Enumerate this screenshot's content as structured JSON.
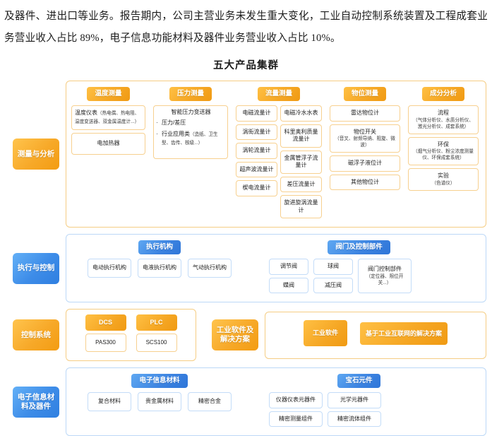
{
  "document": {
    "paragraph": "及器件、进出口等业务。报告期内，公司主营业务未发生重大变化，工业自动控制系统装置及工程成套业务营业收入占比 89%，电子信息功能材料及器件业务营业收入占比 10%。",
    "figure_title": "五大产品集群"
  },
  "colors": {
    "orange": "#f5a623",
    "orange_light": "#ffc044",
    "orange_border": "#f5cd84",
    "blue": "#3b82e0",
    "blue_light": "#5fa8f2",
    "blue_border": "#bcd8f7"
  },
  "diagram": {
    "rows": [
      {
        "category": "测量与分析",
        "theme": "orange",
        "groups": [
          {
            "header": "温度测量",
            "items": [
              {
                "title": "温度仪表",
                "note": "（热电偶、热电阻、温度变送器、双金属温度计...）"
              },
              {
                "title": "电加热器",
                "note": ""
              }
            ]
          },
          {
            "header": "压力测量",
            "lead": "智能压力变送器",
            "bullets": [
              {
                "title": "压力/差压",
                "note": ""
              },
              {
                "title": "行业应用类",
                "note": "（造纸、卫生型、齿传、核级...）"
              }
            ]
          },
          {
            "header": "流量测量",
            "column_a": [
              "电磁流量计",
              "涡街流量计",
              "涡轮流量计",
              "超声波流量计",
              "楔电流量计"
            ],
            "column_b": [
              "电磁冷水水表",
              "科里奥利质量流量计",
              "金属管浮子流量计",
              "差压流量计",
              "旋进旋涡流量计"
            ]
          },
          {
            "header": "物位测量",
            "items": [
              {
                "title": "雷达物位计",
                "note": ""
              },
              {
                "title": "物位开关",
                "note": "（音叉、射频导纳、阻旋、微波）"
              },
              {
                "title": "磁浮子液位计",
                "note": ""
              },
              {
                "title": "其他物位计",
                "note": ""
              }
            ]
          },
          {
            "header": "成分分析",
            "items": [
              {
                "title": "流程",
                "note": "（气体分析仪、水质分析仪、激光分析仪、成套系统）"
              },
              {
                "title": "环保",
                "note": "（烟气分析仪、粉尘浓度测量仪、环保成套系统）"
              },
              {
                "title": "实验",
                "note": "（色谱仪）"
              }
            ]
          }
        ]
      },
      {
        "category": "执行与控制",
        "theme": "blue",
        "groups": [
          {
            "header": "执行机构",
            "items": [
              {
                "title": "电动执行机构",
                "note": ""
              },
              {
                "title": "电液执行机构",
                "note": ""
              },
              {
                "title": "气动执行机构",
                "note": ""
              }
            ]
          },
          {
            "header": "阀门及控制部件",
            "column_a": [
              "调节阀",
              "蝶阀"
            ],
            "column_b": [
              "球阀",
              "减压阀"
            ],
            "items": [
              {
                "title": "阀门控制部件",
                "note": "（定位器、限位开关...）"
              }
            ]
          }
        ]
      },
      {
        "category": "控制系统",
        "theme": "orange",
        "groups": [
          {
            "chips": [
              {
                "label": "DCS",
                "child": "PAS300"
              },
              {
                "label": "PLC",
                "child": "SCS100"
              }
            ]
          }
        ],
        "second_category": "工业软件及解决方案",
        "second_groups": [
          {
            "chips": [
              {
                "label": "工业软件",
                "child": ""
              },
              {
                "label": "基于工业互联网的解决方案",
                "child": ""
              }
            ]
          }
        ]
      },
      {
        "category": "电子信息材料及器件",
        "theme": "blue",
        "groups": [
          {
            "header": "电子信息材料",
            "items": [
              {
                "title": "复合材料",
                "note": ""
              },
              {
                "title": "贵金属材料",
                "note": ""
              },
              {
                "title": "精密合金",
                "note": ""
              }
            ]
          },
          {
            "header": "宝石元件",
            "column_a": [
              "仪器仪表元器件",
              "精密测量组件"
            ],
            "column_b": [
              "光学元器件",
              "精密流体组件"
            ]
          }
        ]
      }
    ]
  }
}
